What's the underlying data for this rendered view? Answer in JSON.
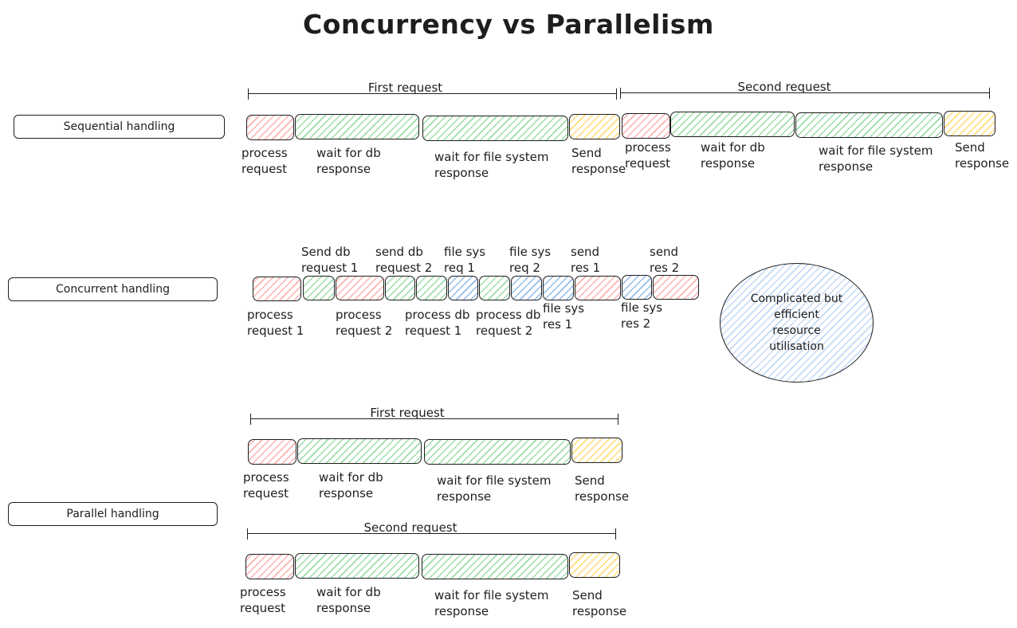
{
  "title": "Concurrency vs Parallelism",
  "colors": {
    "process": "#ff9696",
    "wait": "#78d28c",
    "send": "#ffd250",
    "file_sys": "#78aae6"
  },
  "sequential": {
    "label": "Sequential handling",
    "first_span": "First request",
    "second_span": "Second request",
    "steps": {
      "process_1": "process\nrequest",
      "wait_db_1": "wait for db\nresponse",
      "wait_fs_1": "wait for file system\nresponse",
      "send_1": "Send\nresponse",
      "process_2": "process\nrequest",
      "wait_db_2": "wait for db\nresponse",
      "wait_fs_2": "wait for file system\nresponse",
      "send_2": "Send\nresponse"
    }
  },
  "concurrent": {
    "label": "Concurrent handling",
    "steps": {
      "send_db_req_1": "Send db\nrequest 1",
      "send_db_req_2": "send db\nrequest 2",
      "fs_req_1": "file sys\nreq 1",
      "fs_req_2": "file sys\nreq 2",
      "send_res_1": "send\nres 1",
      "send_res_2": "send\nres 2",
      "process_req_1": "process\nrequest 1",
      "process_req_2": "process\nrequest 2",
      "process_db_req_1": "process db\nrequest 1",
      "process_db_req_2": "process db\nrequest 2",
      "fs_res_1": "file sys\nres 1",
      "fs_res_2": "file sys\nres 2"
    },
    "note": "Complicated but\nefficient\nresource\nutilisation"
  },
  "parallel": {
    "label": "Parallel handling",
    "first_span": "First request",
    "second_span": "Second request",
    "steps": {
      "process_1": "process\nrequest",
      "wait_db_1": "wait for db\nresponse",
      "wait_fs_1": "wait for file system\nresponse",
      "send_1": "Send\nresponse",
      "process_2": "process\nrequest",
      "wait_db_2": "wait for db\nresponse",
      "wait_fs_2": "wait for file system\nresponse",
      "send_2": "Send\nresponse"
    }
  }
}
